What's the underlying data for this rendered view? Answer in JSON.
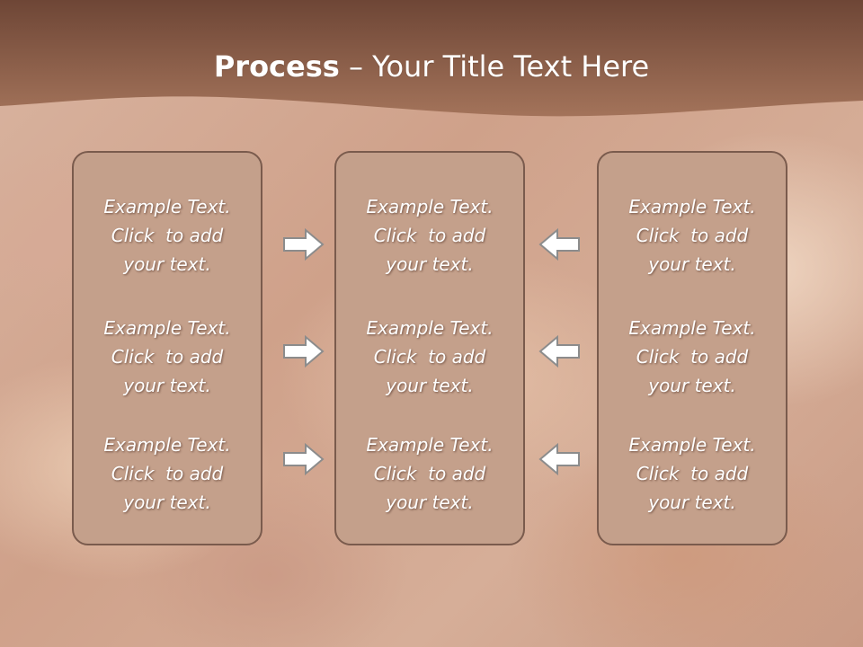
{
  "slide": {
    "title_bold": "Process",
    "title_rest": " – Your Title Text Here",
    "columns": [
      {
        "items": [
          {
            "line1": "Example Text.",
            "line2": "Click  to add",
            "line3": "your text."
          },
          {
            "line1": "Example Text.",
            "line2": "Click  to add",
            "line3": "your text."
          },
          {
            "line1": "Example Text.",
            "line2": "Click  to add",
            "line3": "your text."
          }
        ]
      },
      {
        "items": [
          {
            "line1": "Example Text.",
            "line2": "Click  to add",
            "line3": "your text."
          },
          {
            "line1": "Example Text.",
            "line2": "Click  to add",
            "line3": "your text."
          },
          {
            "line1": "Example Text.",
            "line2": "Click  to add",
            "line3": "your text."
          }
        ]
      },
      {
        "items": [
          {
            "line1": "Example Text.",
            "line2": "Click  to add",
            "line3": "your text."
          },
          {
            "line1": "Example Text.",
            "line2": "Click  to add",
            "line3": "your text."
          },
          {
            "line1": "Example Text.",
            "line2": "Click  to add",
            "line3": "your text."
          }
        ]
      }
    ],
    "arrows": {
      "left_group": "arrow-right-icon",
      "right_group": "arrow-left-icon"
    },
    "colors": {
      "header": "#8a5a44",
      "box_fill": "#c4a08b",
      "box_border": "#7a5b4d",
      "arrow_fill": "#ffffff",
      "arrow_stroke": "#8c8c8c"
    }
  }
}
